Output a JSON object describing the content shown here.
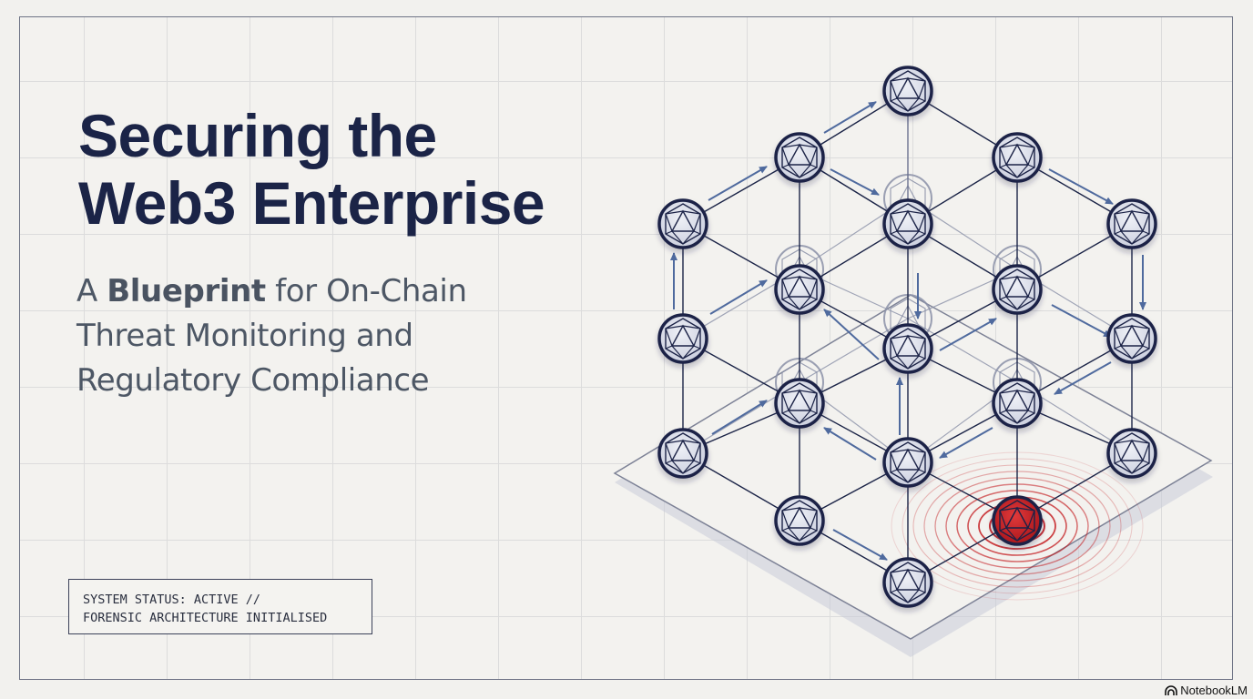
{
  "slide": {
    "title_lines": [
      "Securing the",
      "Web3 Enterprise"
    ],
    "subtitle": {
      "prefix": "A ",
      "emphasis": "Blueprint",
      "line1_rest": " for On-Chain",
      "line2": "Threat Monitoring and",
      "line3": "Regulatory Compliance"
    },
    "status": {
      "line1": "SYSTEM STATUS: ACTIVE //",
      "line2": "FORENSIC ARCHITECTURE INITIALISED"
    },
    "brand": {
      "icon": "notebooklm-icon",
      "label": "NotebookLM"
    }
  },
  "diagram": {
    "description": "Isometric blockchain node lattice on a tilted platform with one compromised node emitting red alert ripples",
    "colors": {
      "node_stroke": "#1b2447",
      "node_fill": "#d6d9e6",
      "edge": "#1b2447",
      "ghost": "#8b91a8",
      "arrow": "#4f6a9e",
      "alert": "#c41e22",
      "platform": "#7d8296"
    },
    "node_count": 20,
    "ghost_node_count": 6,
    "alert_node": "node-row8-right"
  }
}
